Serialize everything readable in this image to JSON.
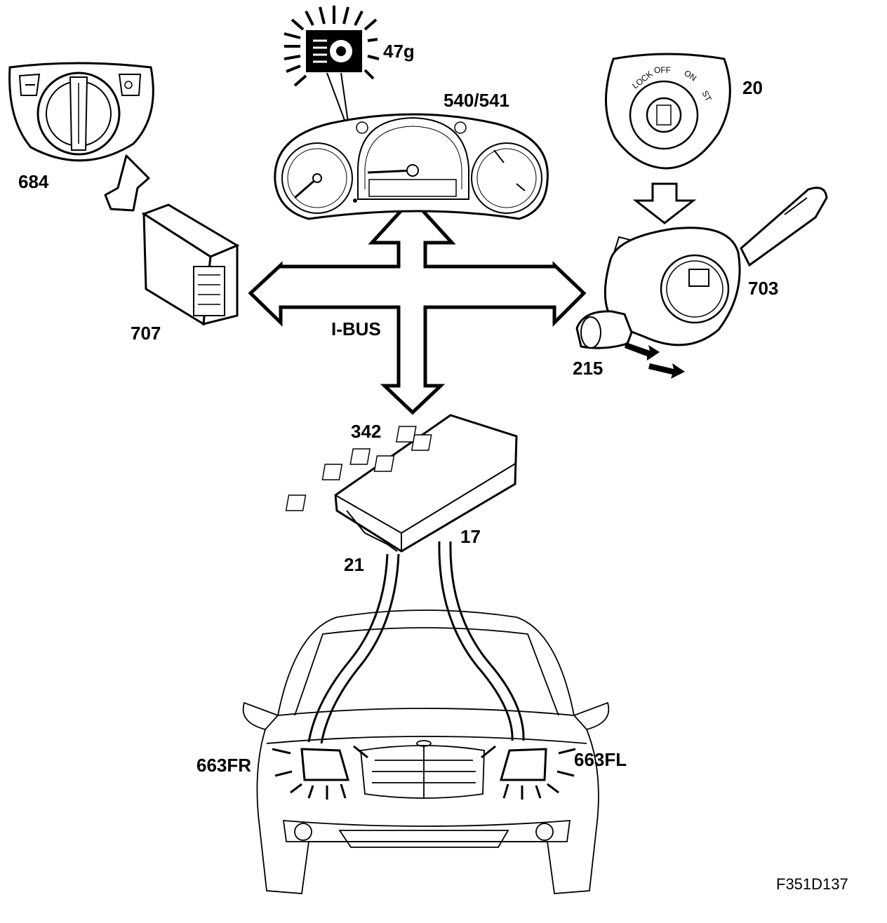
{
  "diagram": {
    "labels": {
      "headlamp_switch": "684",
      "lighting_module": "707",
      "indicator_lamp": "47g",
      "instrument_cluster": "540/541",
      "ignition_switch": "20",
      "steering_column_module": "703",
      "lever_pull": "215",
      "bus": "I-BUS",
      "fuse_box": "342",
      "connector_a": "21",
      "connector_b": "17",
      "headlamp_right": "663FR",
      "headlamp_left": "663FL"
    },
    "ignition_positions": [
      "LOCK",
      "OFF",
      "ON",
      "ST"
    ],
    "figure_ref": "F351D137"
  }
}
